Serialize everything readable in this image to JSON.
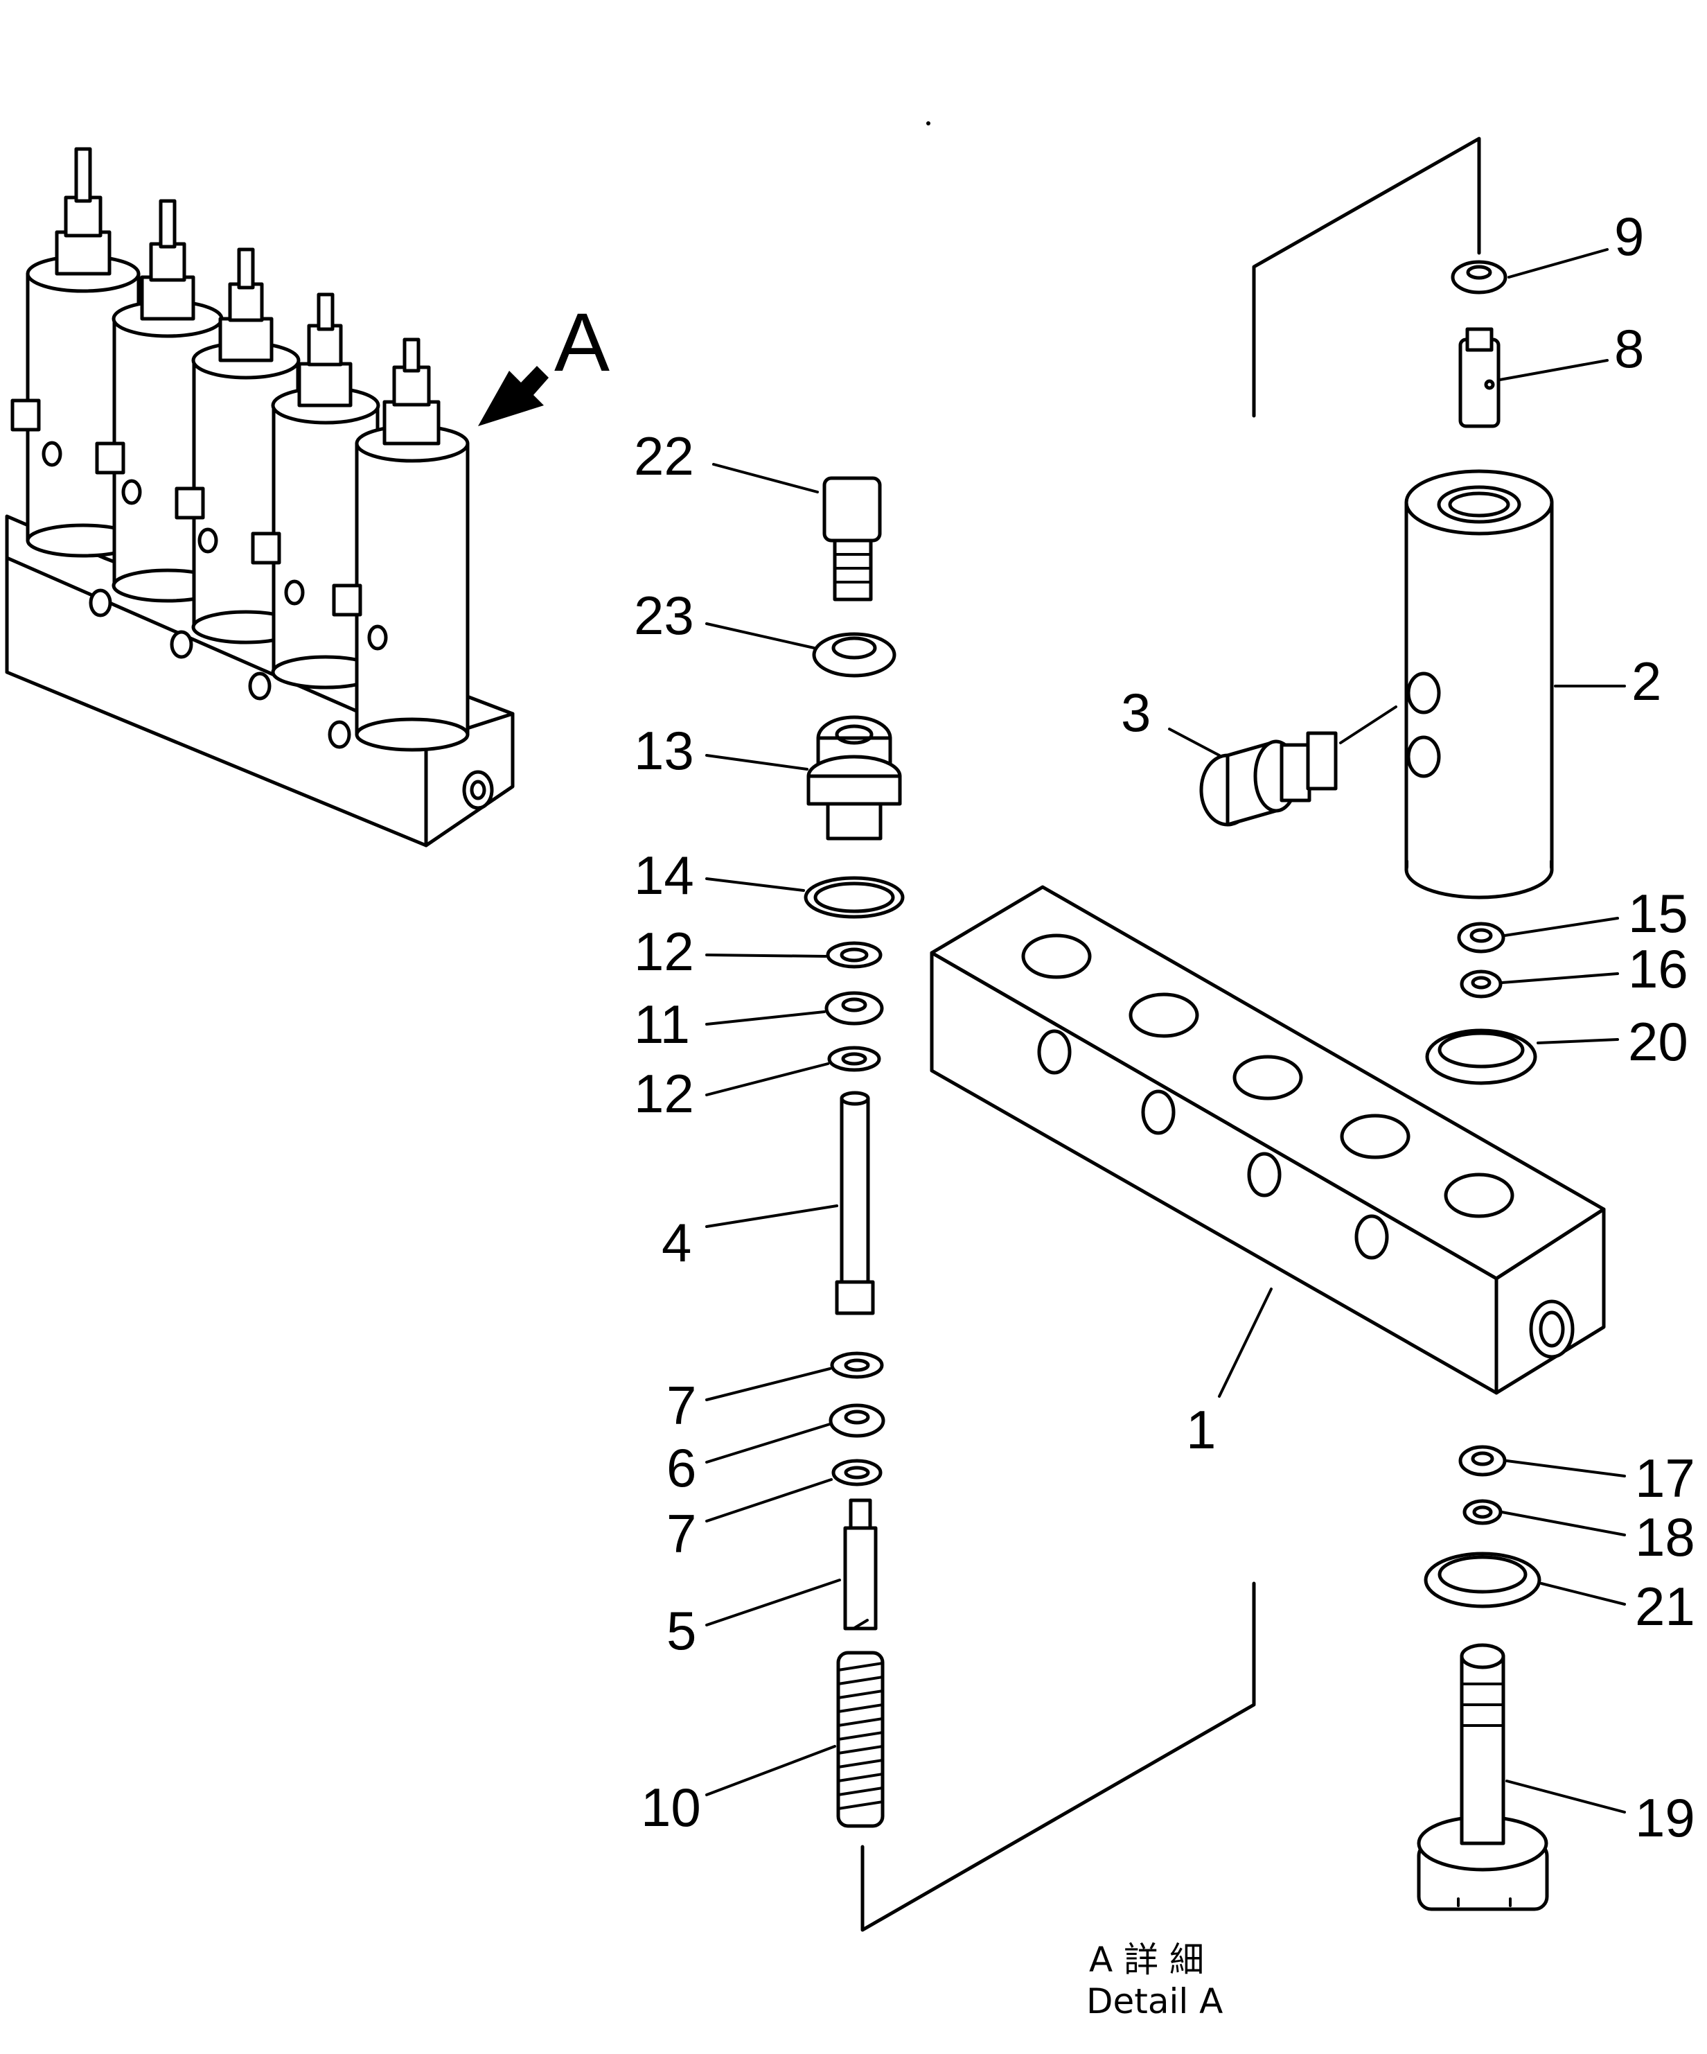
{
  "view_marker": "A",
  "caption": {
    "jp": "A 詳 細",
    "en": "Detail A"
  },
  "callouts": [
    {
      "id": "p1",
      "label": "1"
    },
    {
      "id": "p2",
      "label": "2"
    },
    {
      "id": "p3",
      "label": "3"
    },
    {
      "id": "p4",
      "label": "4"
    },
    {
      "id": "p5",
      "label": "5"
    },
    {
      "id": "p6",
      "label": "6"
    },
    {
      "id": "p7a",
      "label": "7"
    },
    {
      "id": "p7b",
      "label": "7"
    },
    {
      "id": "p8",
      "label": "8"
    },
    {
      "id": "p9",
      "label": "9"
    },
    {
      "id": "p10",
      "label": "10"
    },
    {
      "id": "p11",
      "label": "11"
    },
    {
      "id": "p12a",
      "label": "12"
    },
    {
      "id": "p12b",
      "label": "12"
    },
    {
      "id": "p13",
      "label": "13"
    },
    {
      "id": "p14",
      "label": "14"
    },
    {
      "id": "p15",
      "label": "15"
    },
    {
      "id": "p16",
      "label": "16"
    },
    {
      "id": "p17",
      "label": "17"
    },
    {
      "id": "p18",
      "label": "18"
    },
    {
      "id": "p19",
      "label": "19"
    },
    {
      "id": "p20",
      "label": "20"
    },
    {
      "id": "p21",
      "label": "21"
    },
    {
      "id": "p22",
      "label": "22"
    },
    {
      "id": "p23",
      "label": "23"
    }
  ]
}
